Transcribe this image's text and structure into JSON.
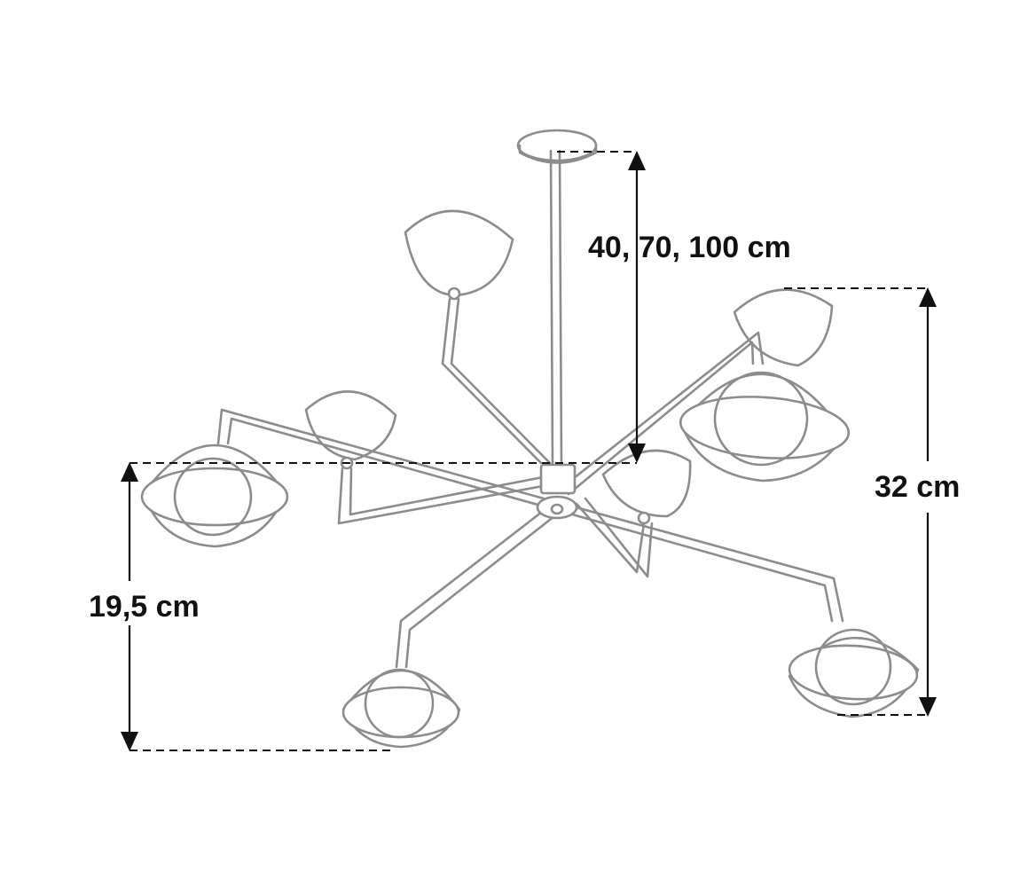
{
  "dimensions": {
    "drop_length": "40, 70, 100 cm",
    "overall_height": "32 cm",
    "arm_height": "19,5 cm"
  }
}
